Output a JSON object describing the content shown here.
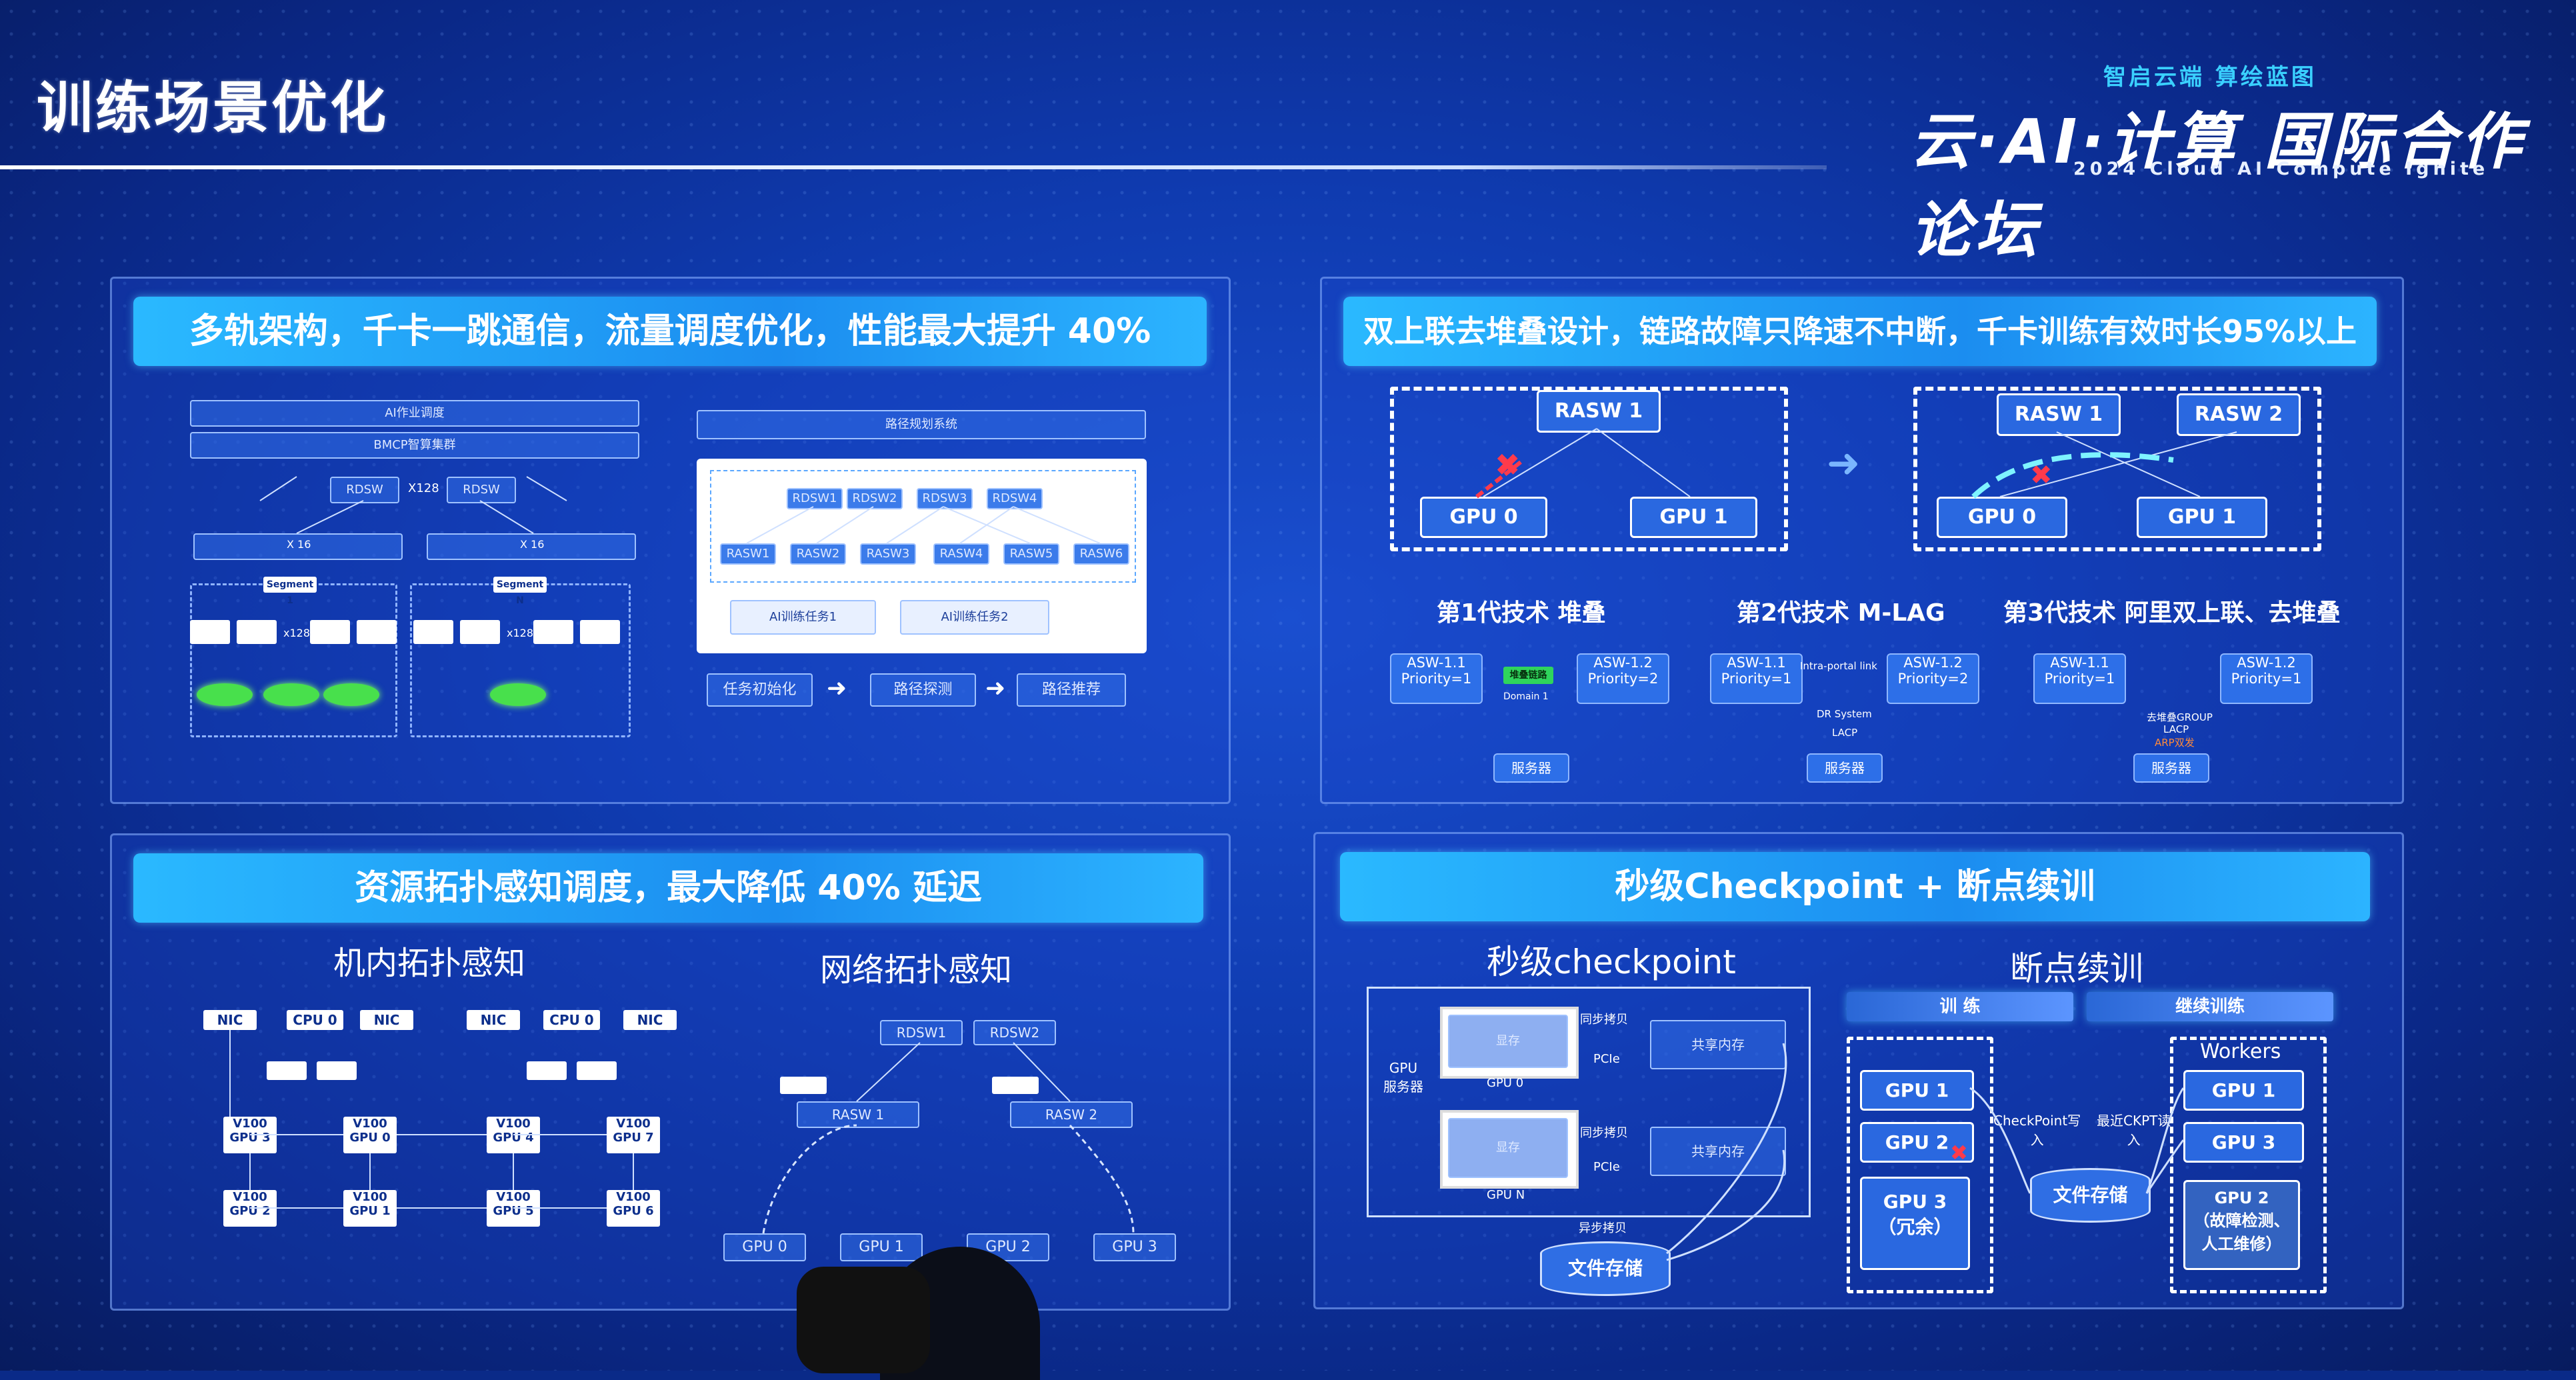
{
  "slide": {
    "title": "训练场景优化"
  },
  "brand": {
    "tagline": "智启云端  算绘蓝图",
    "name": "云·AI·计算 国际合作论坛",
    "subtitle": "2024 Cloud AI Compute Ignite"
  },
  "panel1": {
    "banner": "多轨架构，千卡一跳通信，流量调度优化，性能最大提升 40%",
    "left_diagram": {
      "job_scheduler": "AI作业调度",
      "cluster": "BMCP智算集群",
      "rdsw": [
        "RDSW",
        "RDSW"
      ],
      "rdsw_mult": "X128",
      "seg_left": "Segment 1",
      "seg_right": "Segment N",
      "mult_x16": "X 16",
      "mult_x128": "x128"
    },
    "right_diagram": {
      "route_system": "路径规划系统",
      "rdsw_nodes": [
        "RDSW1",
        "RDSW2",
        "RDSW3",
        "RDSW4"
      ],
      "rasw_nodes": [
        "RASW1",
        "RASW2",
        "RASW3",
        "RASW4",
        "RASW5",
        "RASW6"
      ],
      "tasks": [
        "AI训练任务1",
        "AI训练任务2"
      ],
      "steps": [
        "任务初始化",
        "路径探测",
        "路径推荐"
      ]
    }
  },
  "panel2": {
    "banner": "双上联去堆叠设计，链路故障只降速不中断，千卡训练有效时长95%以上",
    "left_diagram": {
      "rasw": "RASW 1",
      "gpus": [
        "GPU 0",
        "GPU 1"
      ]
    },
    "right_diagram": {
      "rasw": [
        "RASW 1",
        "RASW 2"
      ],
      "gpus": [
        "GPU 0",
        "GPU 1"
      ]
    },
    "gens": [
      {
        "title": "第1代技术 堆叠",
        "a": "ASW-1.1\nPriority=1",
        "b": "ASW-1.2\nPriority=2",
        "mid": "堆叠链路",
        "domain": "Domain 1",
        "server": "服务器"
      },
      {
        "title": "第2代技术 M-LAG",
        "a": "ASW-1.1\nPriority=1",
        "b": "ASW-1.2\nPriority=2",
        "mid": "Intra-portal link",
        "sub": "DR System",
        "lacp": "LACP",
        "server": "服务器"
      },
      {
        "title": "第3代技术 阿里双上联、去堆叠",
        "a": "ASW-1.1\nPriority=1",
        "b": "ASW-1.2\nPriority=1",
        "group": "去堆叠GROUP",
        "lacp": "LACP",
        "arp": "ARP双发",
        "server": "服务器"
      }
    ]
  },
  "panel3": {
    "banner": "资源拓扑感知调度，最大降低 40% 延迟",
    "left_title": "机内拓扑感知",
    "right_title": "网络拓扑感知",
    "nic": "NIC",
    "cpu": "CPU 0",
    "gpus_left": [
      "V100\nGPU 3",
      "V100\nGPU 0",
      "V100\nGPU 2",
      "V100\nGPU 1"
    ],
    "gpus_right": [
      "V100\nGPU 4",
      "V100\nGPU 7",
      "V100\nGPU 5",
      "V100\nGPU 6"
    ],
    "net": {
      "rdsw": [
        "RDSW1",
        "RDSW2"
      ],
      "rasw": [
        "RASW 1",
        "RASW 2"
      ],
      "gpus": [
        "GPU 0",
        "GPU 1",
        "GPU 2",
        "GPU 3"
      ]
    }
  },
  "panel4": {
    "banner": "秒级Checkpoint + 断点续训",
    "left_title": "秒级checkpoint",
    "right_title": "断点续训",
    "server_label": "GPU\n服务器",
    "gpu0": "GPU 0",
    "gpun": "GPU N",
    "vram": "显存",
    "sync_copy": "同步拷贝",
    "pcie": "PCIe",
    "shared_mem": "共享内存",
    "async_copy": "异步拷贝",
    "file_store": "文件存储",
    "train": "训 练",
    "continue_train": "继续训练",
    "workers": "Workers",
    "gpu1": "GPU 1",
    "gpu2": "GPU 2",
    "gpu3_redundant": "GPU 3\n（冗余）",
    "gpu3": "GPU 3",
    "gpu2_fault": "GPU 2\n（故障检测、\n人工维修）",
    "ckpt_write": "CheckPoint写\n入",
    "ckpt_read": "最近CKPT读\n入"
  }
}
